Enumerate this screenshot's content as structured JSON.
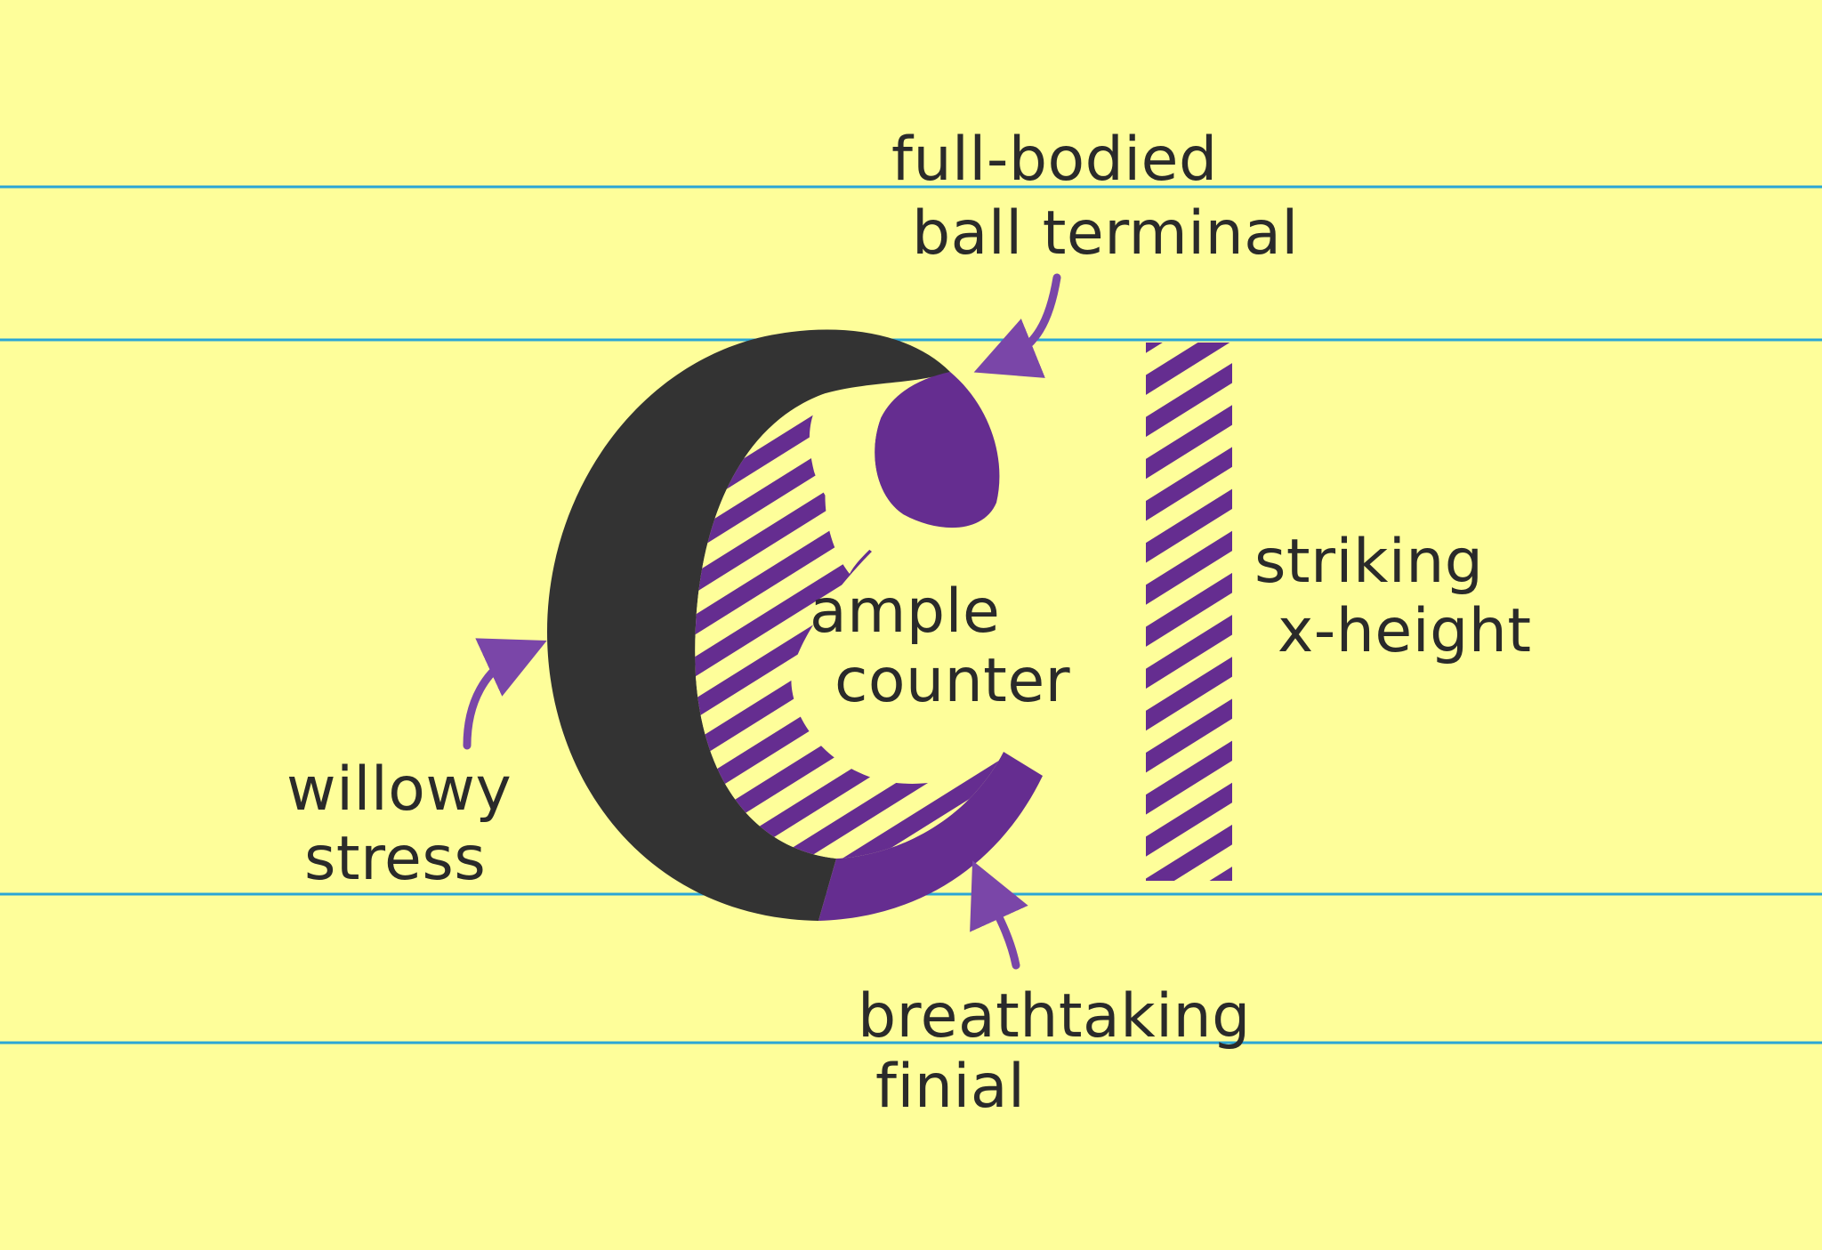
{
  "colors": {
    "background": "#fefe9a",
    "guide_line": "#2aa6d6",
    "bowl_dark": "#333333",
    "accent_purple": "#652d90",
    "arrow": "#7a46a8"
  },
  "labels": {
    "ball_terminal": {
      "line1": "full-bodied",
      "line2": "ball terminal"
    },
    "x_height": {
      "line1": "striking",
      "line2": "x-height"
    },
    "counter": {
      "line1": "ample",
      "line2": "counter"
    },
    "stress": {
      "line1": "willowy",
      "line2": "stress"
    },
    "finial": {
      "line1": "breathtaking",
      "line2": "finial"
    }
  }
}
